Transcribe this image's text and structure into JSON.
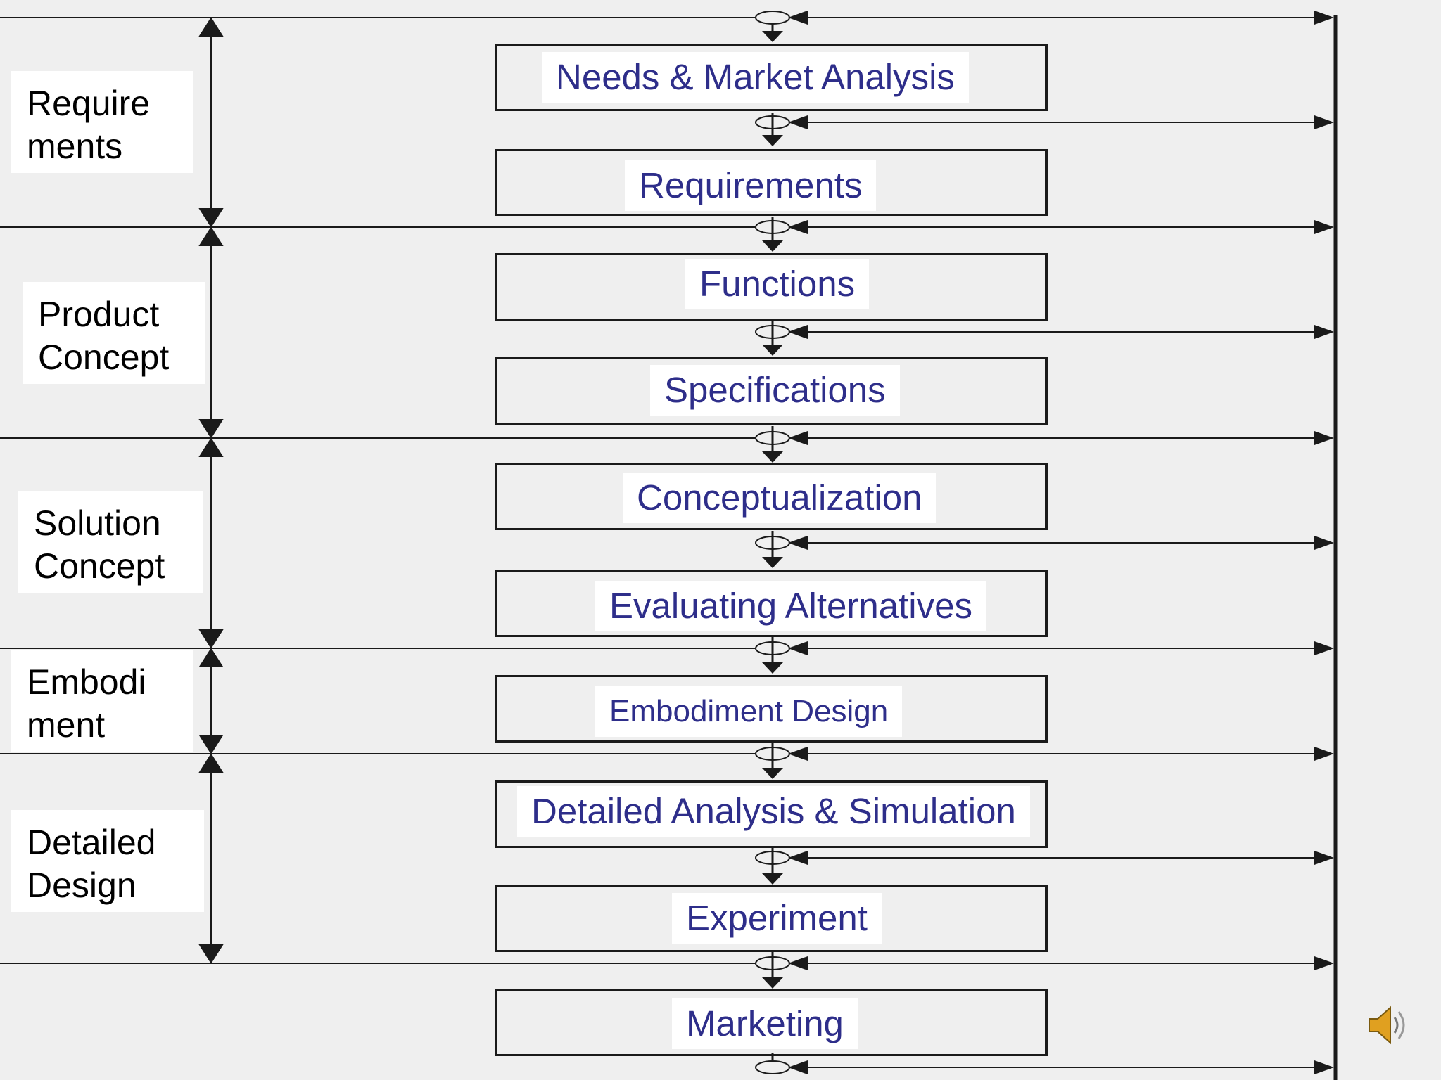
{
  "phases": [
    {
      "label": "Require\nments"
    },
    {
      "label": "Product\nConcept"
    },
    {
      "label": "Solution\nConcept"
    },
    {
      "label": "Embodi\nment"
    },
    {
      "label": "Detailed\nDesign"
    }
  ],
  "steps": [
    {
      "label": "Needs & Market Analysis"
    },
    {
      "label": "Requirements"
    },
    {
      "label": "Functions"
    },
    {
      "label": "Specifications"
    },
    {
      "label": "Conceptualization"
    },
    {
      "label": "Evaluating Alternatives"
    },
    {
      "label": "Embodiment Design"
    },
    {
      "label": "Detailed Analysis & Simulation"
    },
    {
      "label": "Experiment"
    },
    {
      "label": "Marketing"
    }
  ],
  "colors": {
    "step_text": "#2e2e8a",
    "phase_text": "#000000",
    "line": "#1a1a1a",
    "background": "#efefef"
  },
  "icons": {
    "audio": "speaker-icon"
  }
}
